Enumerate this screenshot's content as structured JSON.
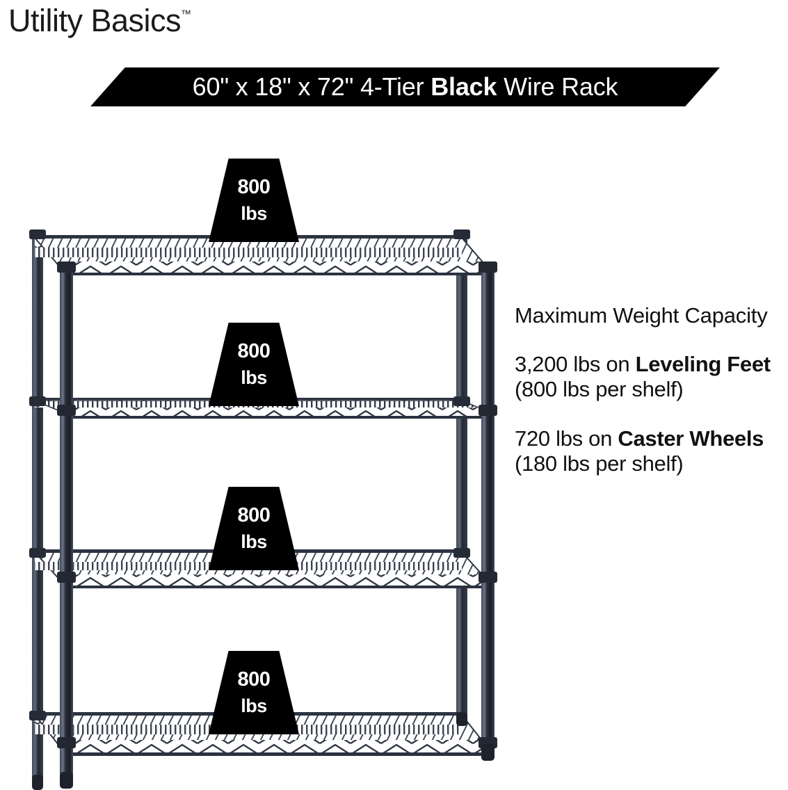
{
  "brand": {
    "name": "Utility Basics",
    "trademark": "™"
  },
  "banner": {
    "text_prefix": "60\" x 18\" x 72\" 4-Tier ",
    "text_bold": "Black",
    "text_suffix": " Wire Rack",
    "background_color": "#000000",
    "text_color": "#ffffff"
  },
  "copy": {
    "heading": "Maximum Weight Capacity",
    "leveling": {
      "prefix": "3,200 lbs on ",
      "bold": "Leveling Feet",
      "suffix": " (800 lbs per shelf)"
    },
    "caster": {
      "prefix": "720 lbs on ",
      "bold": "Caster Wheels",
      "suffix": " (180 lbs per shelf)"
    }
  },
  "badges": [
    {
      "value": "800",
      "unit": "lbs"
    },
    {
      "value": "800",
      "unit": "lbs"
    },
    {
      "value": "800",
      "unit": "lbs"
    },
    {
      "value": "800",
      "unit": "lbs"
    }
  ],
  "product": {
    "tiers": 4,
    "shelf_capacity_lbs": 800,
    "frame_color": "#2a2f3a"
  }
}
